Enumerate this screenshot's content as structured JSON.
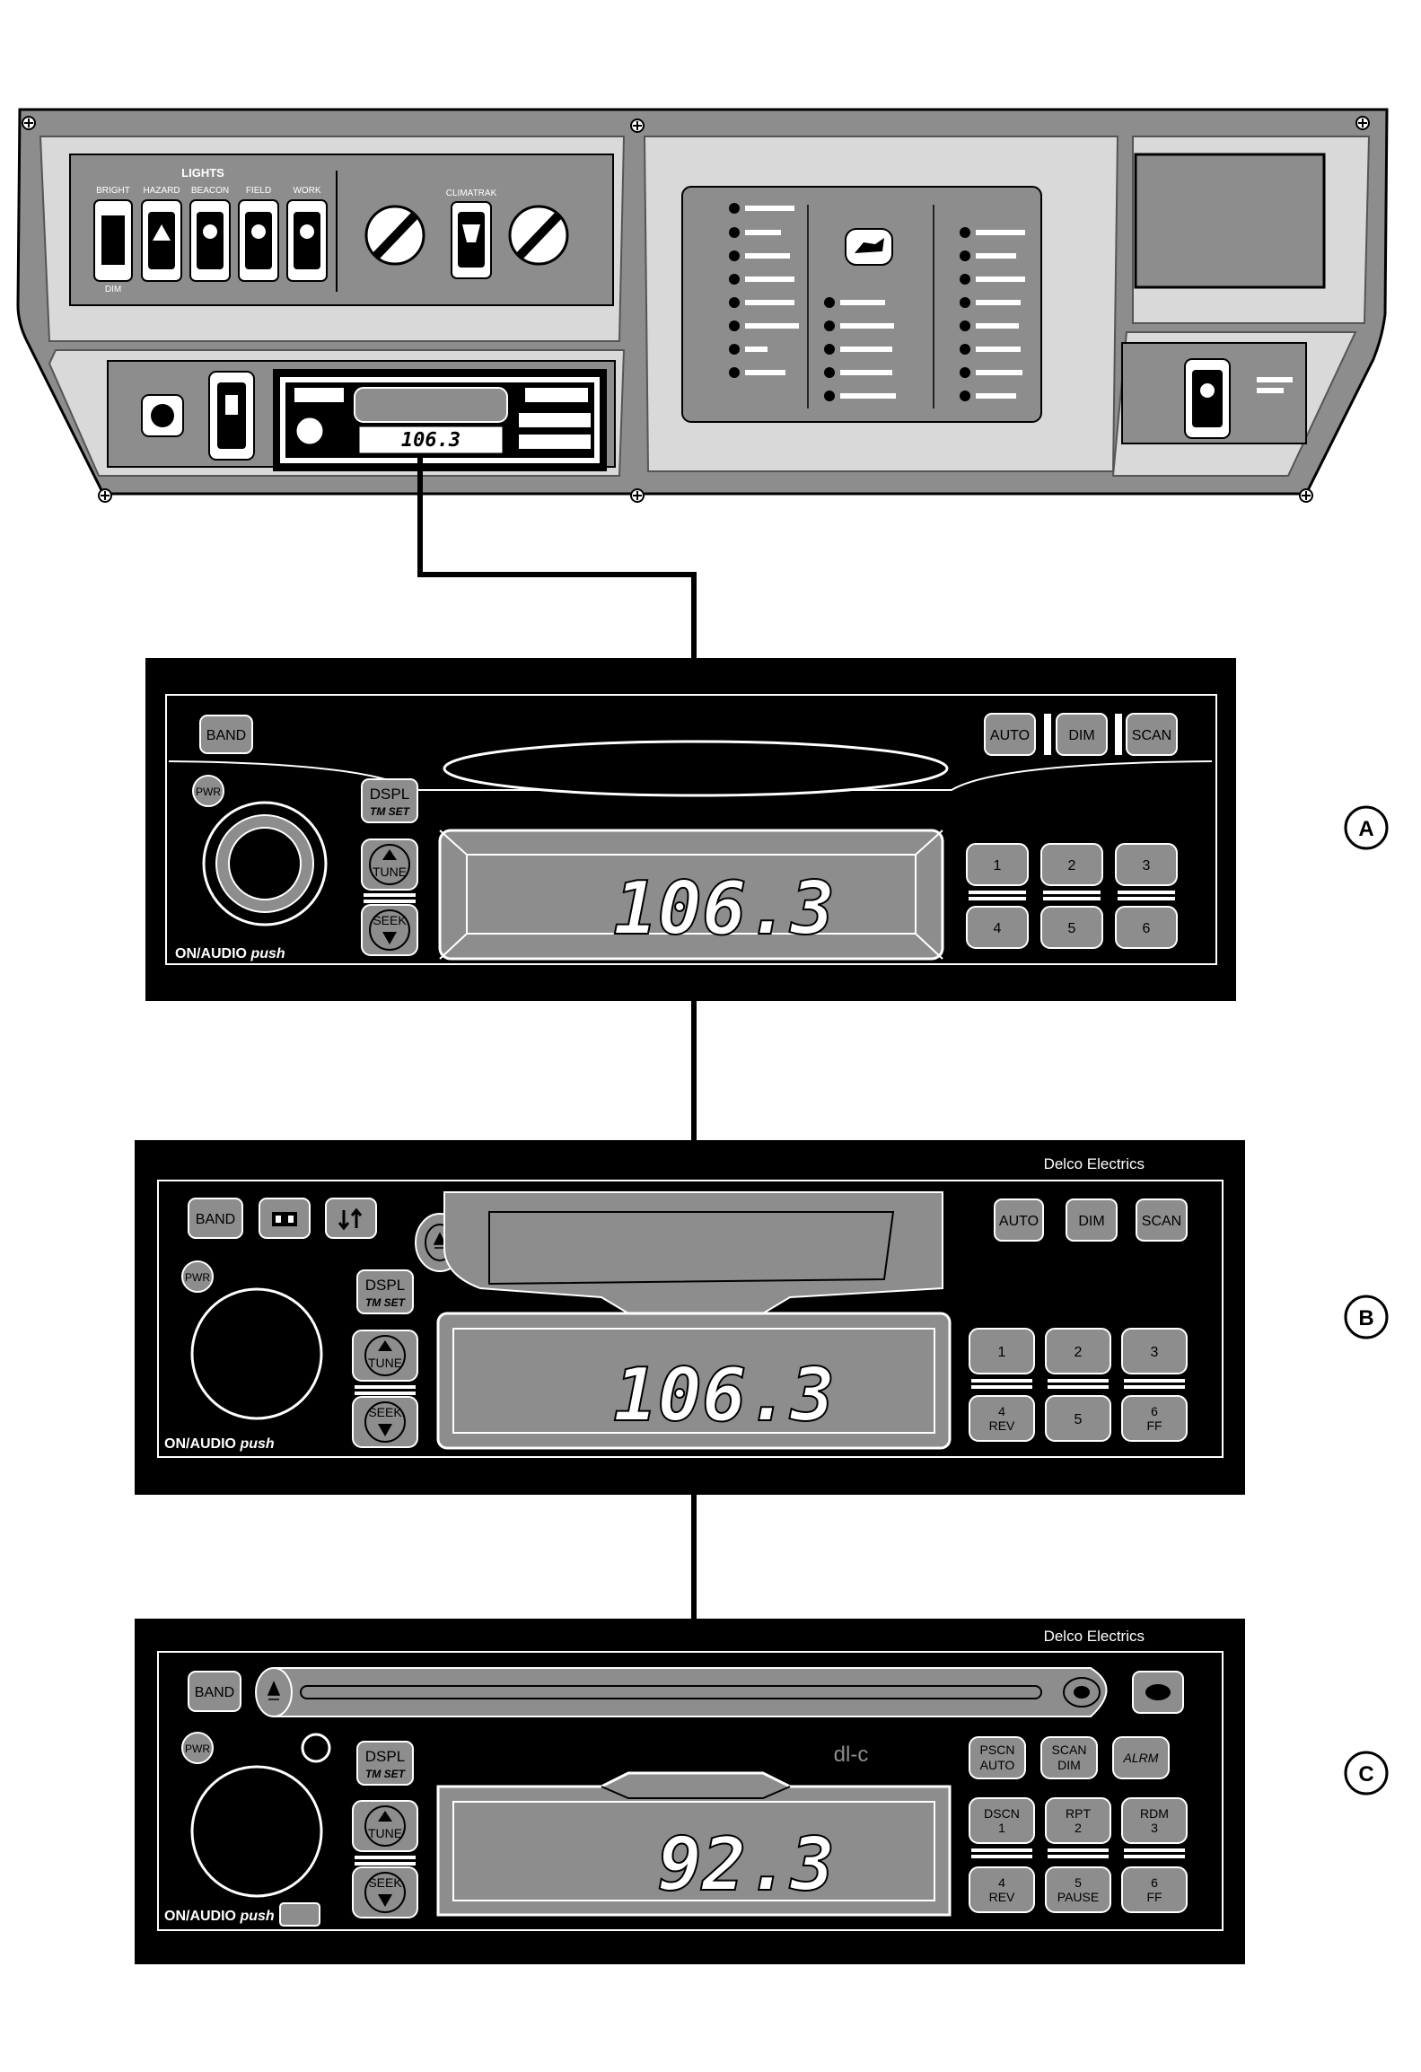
{
  "dashboard": {
    "lights_group_label": "LIGHTS",
    "switch_labels": [
      "BRIGHT",
      "HAZARD",
      "BEACON",
      "FIELD",
      "WORK"
    ],
    "dim_label": "DIM",
    "climatrak_label": "CLIMATRAK",
    "radio_display": "106.3"
  },
  "radio_a": {
    "callout": "A",
    "buttons": {
      "band": "BAND",
      "auto": "AUTO",
      "dim": "DIM",
      "scan": "SCAN",
      "pwr": "PWR",
      "dspl": "DSPL",
      "tm_set": "TM SET",
      "tune": "TUNE",
      "seek": "SEEK"
    },
    "presets": [
      "1",
      "2",
      "3",
      "4",
      "5",
      "6"
    ],
    "display": "106.3",
    "knob_label": "ON/AUDIO",
    "knob_label_push": "push"
  },
  "radio_b": {
    "callout": "B",
    "brand": "Delco Electrics",
    "buttons": {
      "band": "BAND",
      "auto": "AUTO",
      "dim": "DIM",
      "scan": "SCAN",
      "pwr": "PWR",
      "dspl": "DSPL",
      "tm_set": "TM SET",
      "tune": "TUNE",
      "seek": "SEEK"
    },
    "presets": [
      [
        "1"
      ],
      [
        "2"
      ],
      [
        "3"
      ],
      [
        "4",
        "REV"
      ],
      [
        "5"
      ],
      [
        "6",
        "FF"
      ]
    ],
    "display": "106.3",
    "knob_label": "ON/AUDIO",
    "knob_label_push": "push"
  },
  "radio_c": {
    "callout": "C",
    "brand": "Delco Electrics",
    "logo": "dl-c",
    "buttons": {
      "band": "BAND",
      "pwr": "PWR",
      "dspl": "DSPL",
      "tm_set": "TM SET",
      "tune": "TUNE",
      "seek": "SEEK",
      "alrm": "ALRM"
    },
    "top_buttons": [
      [
        "PSCN",
        "AUTO"
      ],
      [
        "SCAN",
        "DIM"
      ]
    ],
    "presets": [
      [
        "DSCN",
        "1"
      ],
      [
        "RPT",
        "2"
      ],
      [
        "RDM",
        "3"
      ],
      [
        "4",
        "REV"
      ],
      [
        "5",
        "PAUSE"
      ],
      [
        "6",
        "FF"
      ]
    ],
    "display": "92.3",
    "knob_label": "ON/AUDIO",
    "knob_label_push": "push"
  }
}
